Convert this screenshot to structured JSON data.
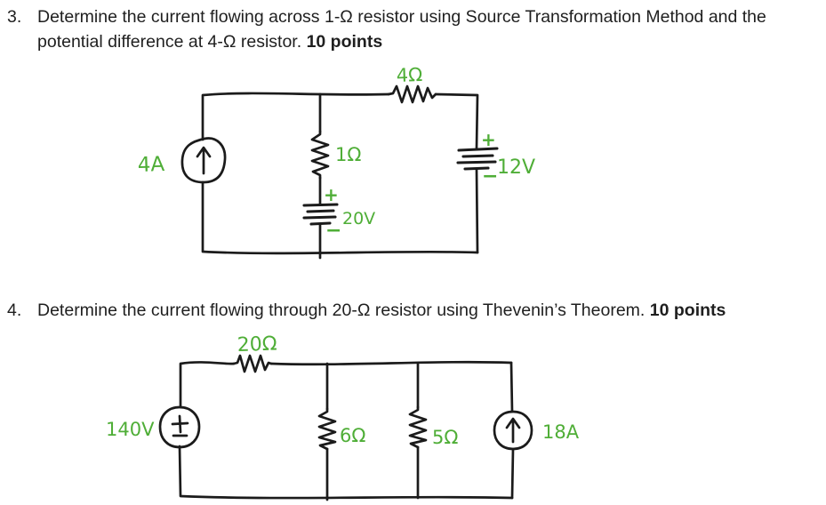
{
  "colors": {
    "background": "#ffffff",
    "ink": "#1b1b1b",
    "annotation_green": "#4fae37",
    "question_text": "#1f1f1f"
  },
  "questions": {
    "q3": {
      "number": "3.",
      "line1": "Determine the current flowing across 1-Ω resistor using Source Transformation Method and the",
      "line2": "potential difference at 4-Ω resistor.",
      "points": "10 points"
    },
    "q4": {
      "number": "4.",
      "line1": "Determine the current flowing through 20-Ω resistor using Thevenin’s Theorem.",
      "points": "10 points"
    }
  },
  "circuit3": {
    "current_source_label": "4A",
    "mid_resistor_label": "1Ω",
    "top_resistor_label": "4Ω",
    "mid_battery_label": "20V",
    "right_battery_label": "12V",
    "plus": "+",
    "minus": "−"
  },
  "circuit4": {
    "voltage_source_label": "140V",
    "top_resistor_label": "20Ω",
    "mid_resistor1_label": "6Ω",
    "mid_resistor2_label": "5Ω",
    "current_source_label": "18A"
  }
}
